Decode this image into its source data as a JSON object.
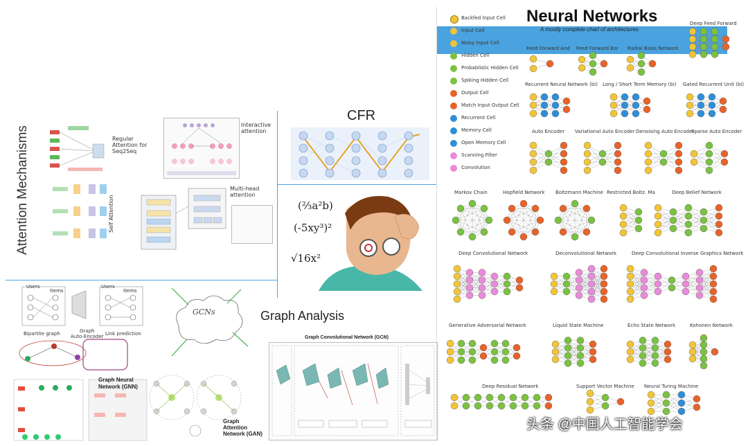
{
  "sections": {
    "attention": {
      "title": "Attention Mechanisms",
      "regular": "Regular\nAttention for\nSeq2Seq",
      "interactive": "Interactive\nattention",
      "self": "Self Attention",
      "multihead": "Multi-head\nattention"
    },
    "cfr": {
      "title": "CFR",
      "math": [
        "(⅔a²b)",
        "(-5xy³)²",
        "√16x²"
      ]
    },
    "graph": {
      "title": "Graph Analysis",
      "gcn_title": "Graph Convolutional Network (GCN)",
      "gnn": "Graph Neural\nNetwork (GNN)",
      "gan": "Graph\nAttention\nNetwork (GAN)",
      "gae": "Graph\nAuto-Encoder",
      "bipartite": "Bipartite graph",
      "link": "Link prediction",
      "users": "Users",
      "items": "Items",
      "gcn_center": "GCNs"
    },
    "nn": {
      "title": "Neural Networks",
      "subtitle": "A mostly complete chart of architectures",
      "legend": [
        {
          "label": "Backfed Input Cell",
          "color": "#f2c438"
        },
        {
          "label": "Input Cell",
          "color": "#f2c438"
        },
        {
          "label": "Noisy Input Cell",
          "color": "#f2c438"
        },
        {
          "label": "Hidden Cell",
          "color": "#7bc142"
        },
        {
          "label": "Probablistic Hidden Cell",
          "color": "#7bc142"
        },
        {
          "label": "Spiking Hidden Cell",
          "color": "#7bc142"
        },
        {
          "label": "Output Cell",
          "color": "#e8632a"
        },
        {
          "label": "Match Input Output Cell",
          "color": "#e8632a"
        },
        {
          "label": "Recurrent Cell",
          "color": "#2f8fd6"
        },
        {
          "label": "Memory Cell",
          "color": "#2f8fd6"
        },
        {
          "label": "Open Memory Cell",
          "color": "#2f8fd6"
        },
        {
          "label": "Scanning Filter",
          "color": "#e88bd8"
        },
        {
          "label": "Convolution",
          "color": "#e88bd8"
        }
      ],
      "networks": [
        "Feed Forward And",
        "Feed Forward Kor",
        "Radial Basis Network",
        "Deep Feed Forward",
        "Recurrent Neural Network (bi)",
        "Long / Short Term Memory (bi)",
        "Gated Recurrent Unit (bi)",
        "Auto Encoder",
        "Variational Auto Encoder",
        "Denoising Auto Encoder",
        "Sparse Auto Encoder",
        "Markov Chain",
        "Hopfield Network",
        "Boltzmann Machine",
        "Restricted Boltz. Ma",
        "Deep Belief Network",
        "Deep Convolutional Network",
        "Deconvolutional Network",
        "Deep Convolutional Inverse Graphics Network",
        "Generative Adversarial Network",
        "Liquid State Machine",
        "Echo State Network",
        "Kohonen Network",
        "Deep Residual Network",
        "Support Vector Machine",
        "Neural Turing Machine"
      ]
    }
  },
  "watermark": "头条 @中国人工智能学会",
  "colors": {
    "accent": "#4aa3df",
    "input": "#f2c438",
    "hidden": "#7bc142",
    "output": "#e8632a",
    "recurrent": "#2f8fd6",
    "conv": "#e88bd8"
  }
}
